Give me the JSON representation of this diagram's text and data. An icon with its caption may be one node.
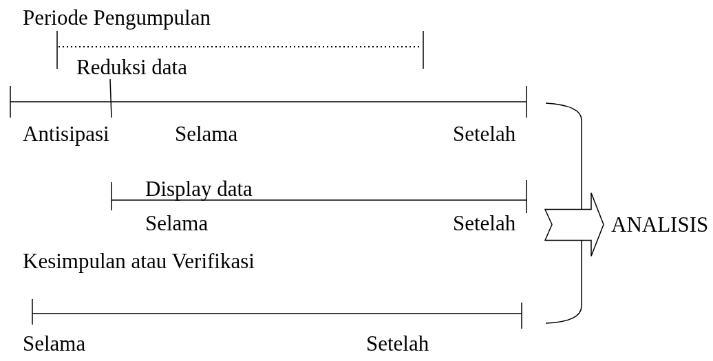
{
  "diagram": {
    "nodes": [
      {
        "text": [],
        "shape": "bracket"
      },
      {
        "text": [
          "ANALISIS"
        ]
      }
    ],
    "edges": [
      {
        "from": 0,
        "to": 1,
        "arrow": "to"
      }
    ],
    "labels": [
      "Periode Pengumpulan",
      "Reduksi data",
      "Antisipasi",
      "Selama",
      "Setelah",
      "Display data",
      "Selama",
      "Setelah",
      "Kesimpulan atau Verifikasi",
      "Selama",
      "Setelah"
    ]
  }
}
